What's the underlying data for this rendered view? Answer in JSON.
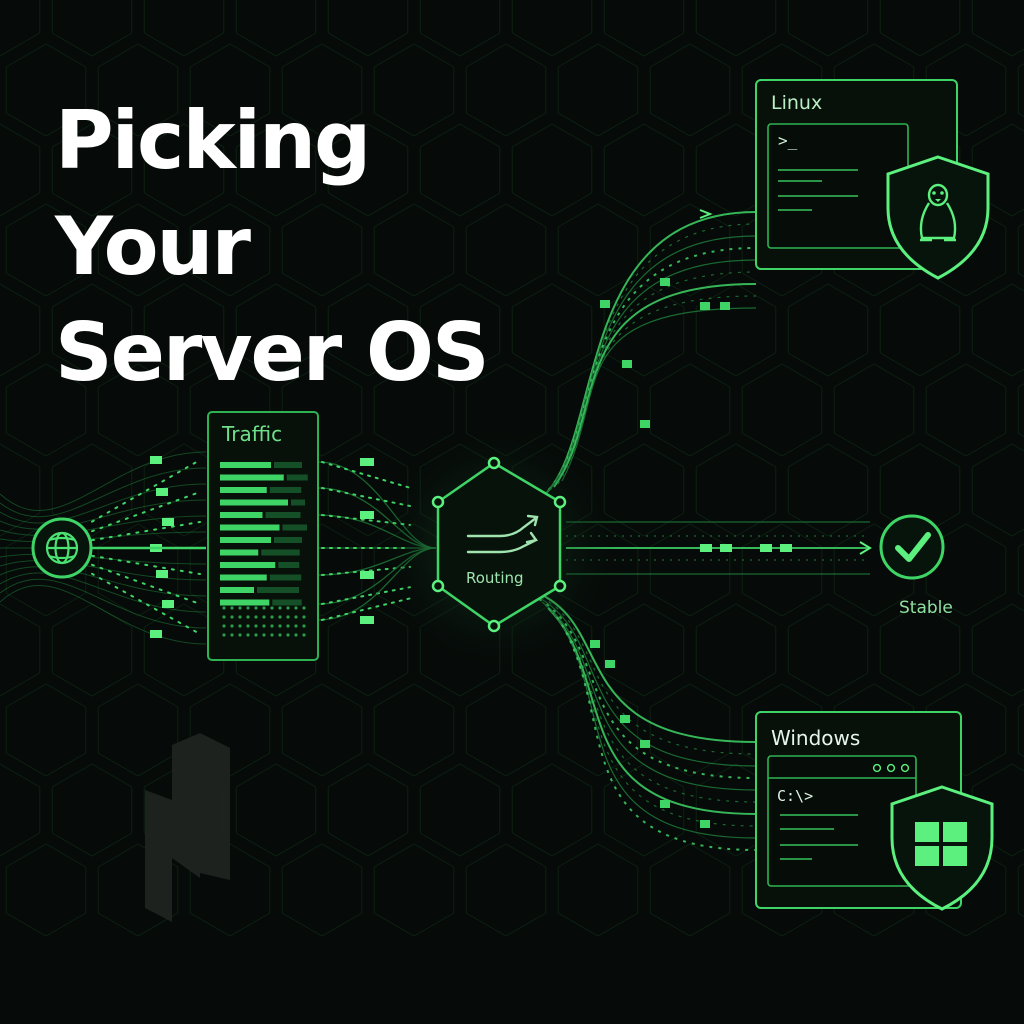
{
  "title": {
    "line1": "Picking",
    "line2": "Your",
    "line3": "Server OS"
  },
  "nodes": {
    "traffic": {
      "label": "Traffic"
    },
    "routing": {
      "label": "Routing"
    },
    "stable": {
      "label": "Stable"
    },
    "linux": {
      "label": "Linux",
      "prompt": ">_"
    },
    "windows": {
      "label": "Windows",
      "prompt": "C:\\>"
    }
  },
  "icons": {
    "source": "globe-icon",
    "router": "shuffle-arrows-icon",
    "status": "checkmark-icon",
    "linux_badge": "tux-penguin-shield-icon",
    "windows_badge": "windows-logo-shield-icon",
    "watermark": "brand-logo-mark"
  },
  "colors": {
    "background": "#060a08",
    "accent": "#3fd566",
    "accent_bright": "#5cf07e",
    "accent_dim": "#1f7a3a",
    "title": "#ffffff"
  }
}
